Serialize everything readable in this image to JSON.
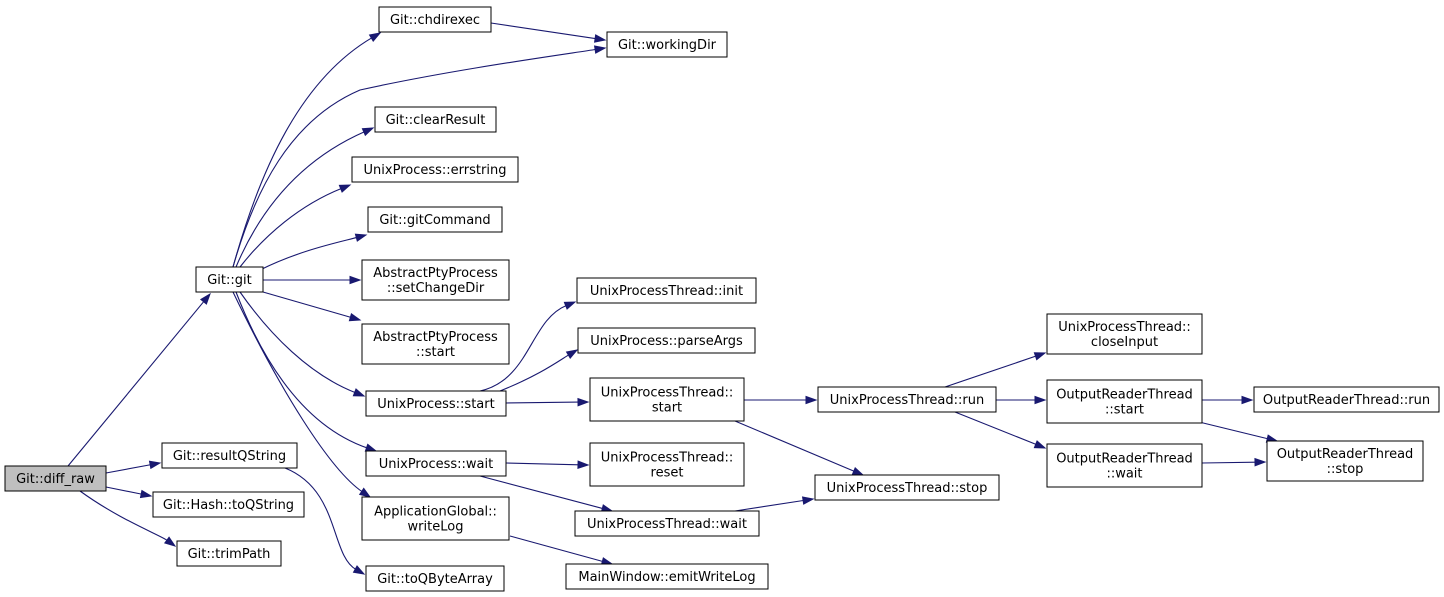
{
  "graph": {
    "root": "diff_raw",
    "edge_color": "#191970",
    "root_fill": "#bfbfbf",
    "nodes": [
      {
        "id": "diff_raw",
        "lines": [
          "Git::diff_raw"
        ],
        "root": true
      },
      {
        "id": "git",
        "lines": [
          "Git::git"
        ]
      },
      {
        "id": "resultQString",
        "lines": [
          "Git::resultQString"
        ]
      },
      {
        "id": "hashToQString",
        "lines": [
          "Git::Hash::toQString"
        ]
      },
      {
        "id": "trimPath",
        "lines": [
          "Git::trimPath"
        ]
      },
      {
        "id": "chdirexec",
        "lines": [
          "Git::chdirexec"
        ]
      },
      {
        "id": "workingDir",
        "lines": [
          "Git::workingDir"
        ]
      },
      {
        "id": "clearResult",
        "lines": [
          "Git::clearResult"
        ]
      },
      {
        "id": "errstring",
        "lines": [
          "UnixProcess::errstring"
        ]
      },
      {
        "id": "gitCommand",
        "lines": [
          "Git::gitCommand"
        ]
      },
      {
        "id": "setChangeDir",
        "lines": [
          "AbstractPtyProcess",
          "::setChangeDir"
        ]
      },
      {
        "id": "aptyStart",
        "lines": [
          "AbstractPtyProcess",
          "::start"
        ]
      },
      {
        "id": "upStart",
        "lines": [
          "UnixProcess::start"
        ]
      },
      {
        "id": "upWait",
        "lines": [
          "UnixProcess::wait"
        ]
      },
      {
        "id": "writeLog",
        "lines": [
          "ApplicationGlobal::",
          "writeLog"
        ]
      },
      {
        "id": "toQByteArray",
        "lines": [
          "Git::toQByteArray"
        ]
      },
      {
        "id": "uptInit",
        "lines": [
          "UnixProcessThread::init"
        ]
      },
      {
        "id": "parseArgs",
        "lines": [
          "UnixProcess::parseArgs"
        ]
      },
      {
        "id": "uptStart",
        "lines": [
          "UnixProcessThread::",
          "start"
        ]
      },
      {
        "id": "uptReset",
        "lines": [
          "UnixProcessThread::",
          "reset"
        ]
      },
      {
        "id": "uptWait",
        "lines": [
          "UnixProcessThread::wait"
        ]
      },
      {
        "id": "emitWriteLog",
        "lines": [
          "MainWindow::emitWriteLog"
        ]
      },
      {
        "id": "uptRun",
        "lines": [
          "UnixProcessThread::run"
        ]
      },
      {
        "id": "uptStop",
        "lines": [
          "UnixProcessThread::stop"
        ]
      },
      {
        "id": "closeInput",
        "lines": [
          "UnixProcessThread::",
          "closeInput"
        ]
      },
      {
        "id": "ortStart",
        "lines": [
          "OutputReaderThread",
          "::start"
        ]
      },
      {
        "id": "ortWait",
        "lines": [
          "OutputReaderThread",
          "::wait"
        ]
      },
      {
        "id": "ortRun",
        "lines": [
          "OutputReaderThread::run"
        ]
      },
      {
        "id": "ortStop",
        "lines": [
          "OutputReaderThread",
          "::stop"
        ]
      }
    ],
    "edges": [
      [
        "diff_raw",
        "git"
      ],
      [
        "diff_raw",
        "resultQString"
      ],
      [
        "diff_raw",
        "hashToQString"
      ],
      [
        "diff_raw",
        "trimPath"
      ],
      [
        "git",
        "chdirexec"
      ],
      [
        "git",
        "workingDir"
      ],
      [
        "git",
        "clearResult"
      ],
      [
        "git",
        "errstring"
      ],
      [
        "git",
        "gitCommand"
      ],
      [
        "git",
        "setChangeDir"
      ],
      [
        "git",
        "aptyStart"
      ],
      [
        "git",
        "upStart"
      ],
      [
        "git",
        "upWait"
      ],
      [
        "git",
        "writeLog"
      ],
      [
        "chdirexec",
        "workingDir"
      ],
      [
        "resultQString",
        "toQByteArray"
      ],
      [
        "upStart",
        "uptInit"
      ],
      [
        "upStart",
        "parseArgs"
      ],
      [
        "upStart",
        "uptStart"
      ],
      [
        "upWait",
        "uptReset"
      ],
      [
        "upWait",
        "uptWait"
      ],
      [
        "writeLog",
        "emitWriteLog"
      ],
      [
        "uptStart",
        "uptRun"
      ],
      [
        "uptStart",
        "uptStop"
      ],
      [
        "uptWait",
        "uptStop"
      ],
      [
        "uptRun",
        "closeInput"
      ],
      [
        "uptRun",
        "ortStart"
      ],
      [
        "uptRun",
        "ortWait"
      ],
      [
        "ortStart",
        "ortRun"
      ],
      [
        "ortStart",
        "ortStop"
      ],
      [
        "ortWait",
        "ortStop"
      ]
    ]
  }
}
